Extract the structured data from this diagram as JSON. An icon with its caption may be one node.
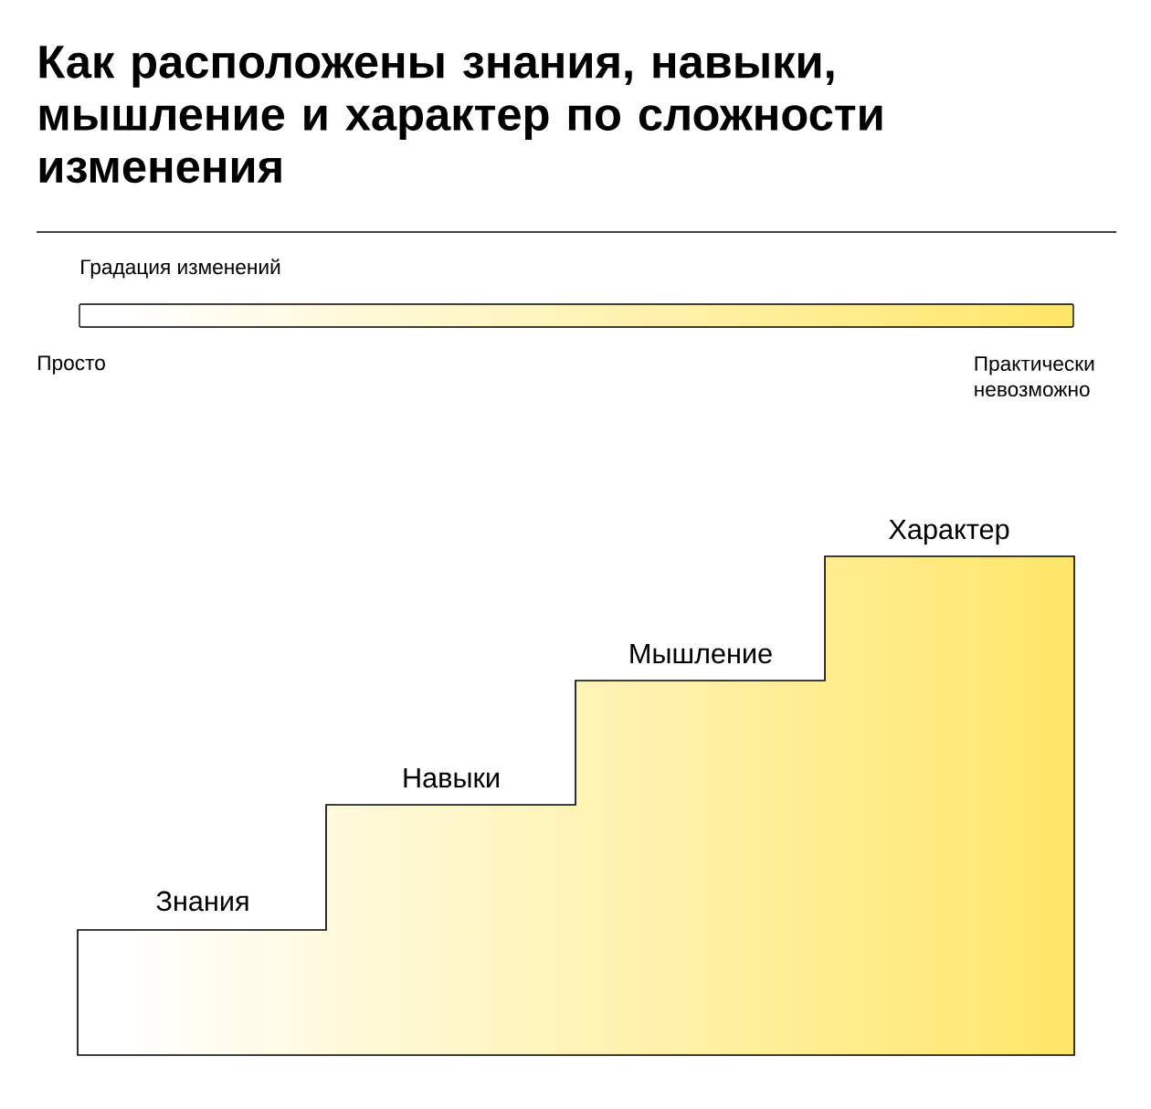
{
  "diagram": {
    "title": "Как расположены знания, навыки, мышление и характер по сложности изменения",
    "labels": [
      "Градация изменений",
      "Просто",
      "Практически невозможно",
      "Характер",
      "Мышление",
      "Навыки",
      "Знания"
    ]
  }
}
